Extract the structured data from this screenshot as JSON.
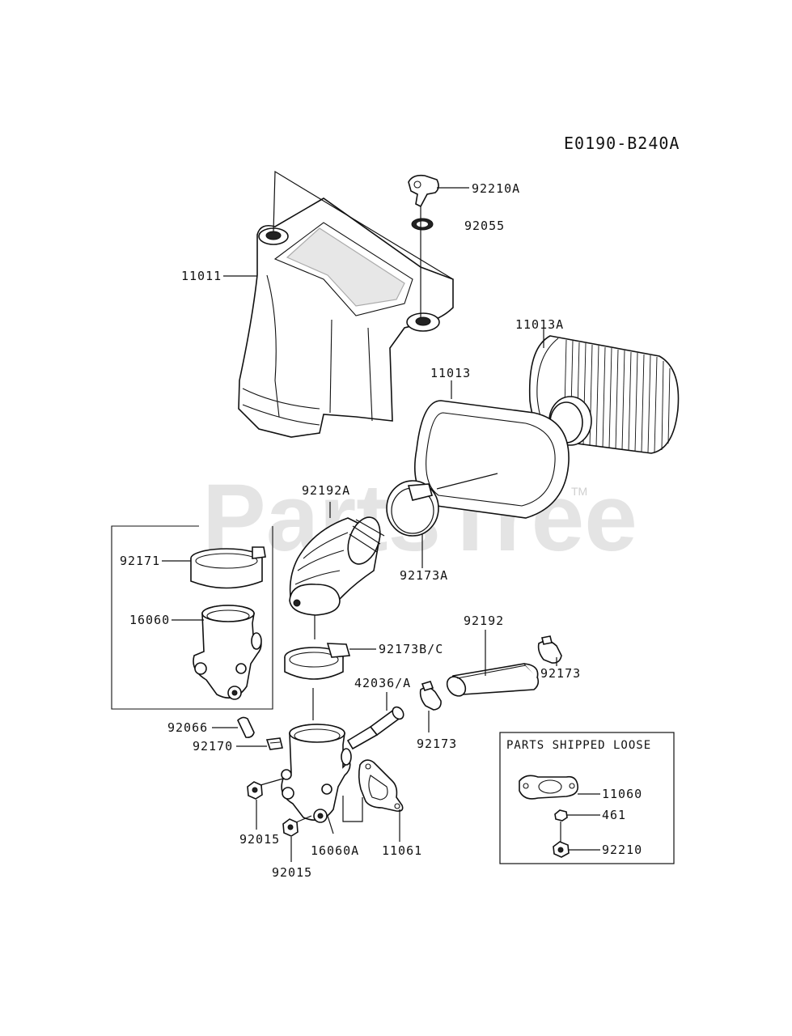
{
  "diagram_code": "E0190-B240A",
  "watermark": "PartsTree",
  "watermark_tm": "TM",
  "box_title": "PARTS SHIPPED LOOSE",
  "labels": {
    "p92210A": "92210A",
    "p92055": "92055",
    "p11011": "11011",
    "p11013A": "11013A",
    "p11013": "11013",
    "p92192A": "92192A",
    "p92171": "92171",
    "p92173A": "92173A",
    "p16060": "16060",
    "p92192": "92192",
    "p92173B_C": "92173B/C",
    "p92173_right": "92173",
    "p42036_A": "42036/A",
    "p92066": "92066",
    "p92170": "92170",
    "p92173_mid": "92173",
    "p92015_a": "92015",
    "p16060A": "16060A",
    "p11061": "11061",
    "p92015_b": "92015",
    "p11060": "11060",
    "p461": "461",
    "p92210": "92210"
  }
}
